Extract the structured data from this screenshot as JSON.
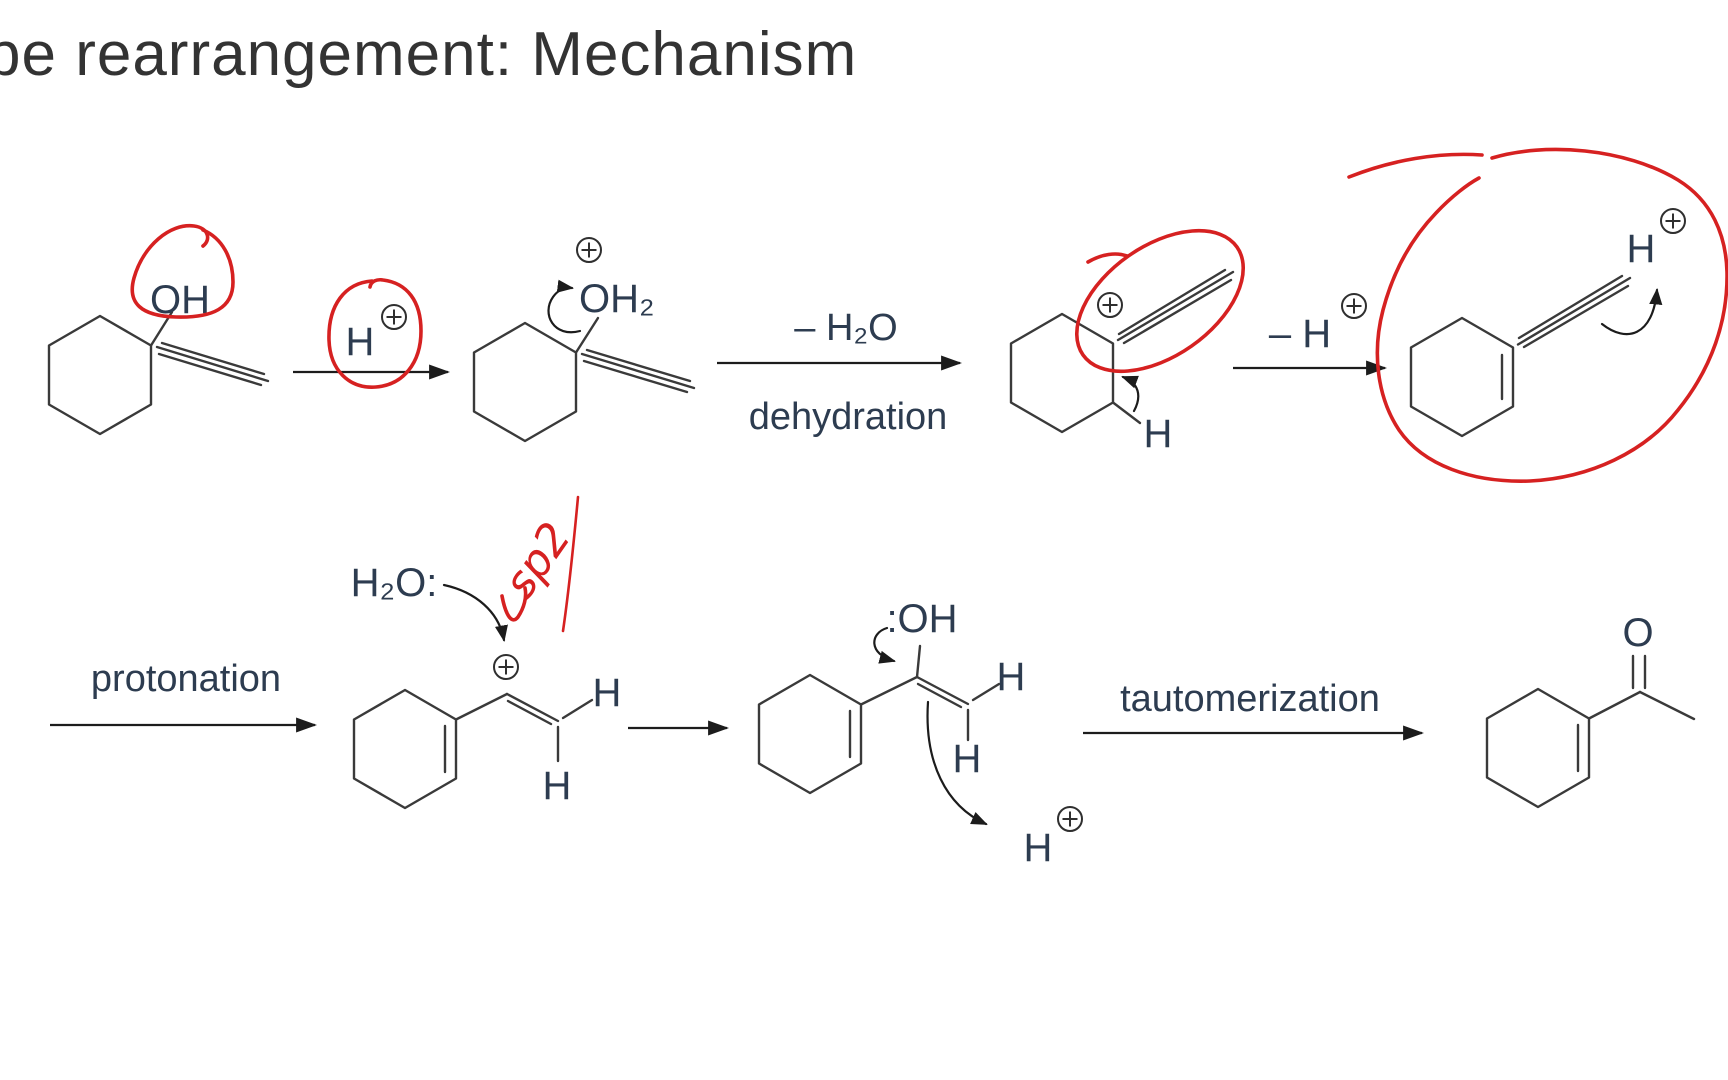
{
  "title": "pe rearrangement: Mechanism",
  "colors": {
    "background": "#ffffff",
    "annotation_red": "#d62121",
    "bond_gray": "#3a3a3a",
    "arrow_black": "#1c1c1c",
    "label_text": "#2d3c50",
    "title_text": "#333333"
  },
  "icons": {
    "plus_charge": "circled-plus"
  },
  "row1": {
    "structure1": {
      "oh": "OH"
    },
    "arrow1": {
      "reagent": "H"
    },
    "structure2": {
      "oh2": "OH₂"
    },
    "arrow2": {
      "top": "– H₂O",
      "bottom": "dehydration"
    },
    "structure3": {
      "h": "H"
    },
    "arrow3": {
      "top": "– H"
    },
    "structure4": {
      "h": "H"
    }
  },
  "row2": {
    "arrow4": {
      "label": "protonation"
    },
    "structure5": {
      "water": "H₂O:",
      "h_top": "H",
      "h_bottom": "H"
    },
    "structure6": {
      "oh": ":OH",
      "h_top": "H",
      "h_bottom": "H",
      "h_leaving": "H"
    },
    "arrow6": {
      "label": "tautomerization"
    },
    "structure7": {
      "o": "O"
    }
  },
  "annotations": {
    "handwritten_note": "sp2"
  }
}
